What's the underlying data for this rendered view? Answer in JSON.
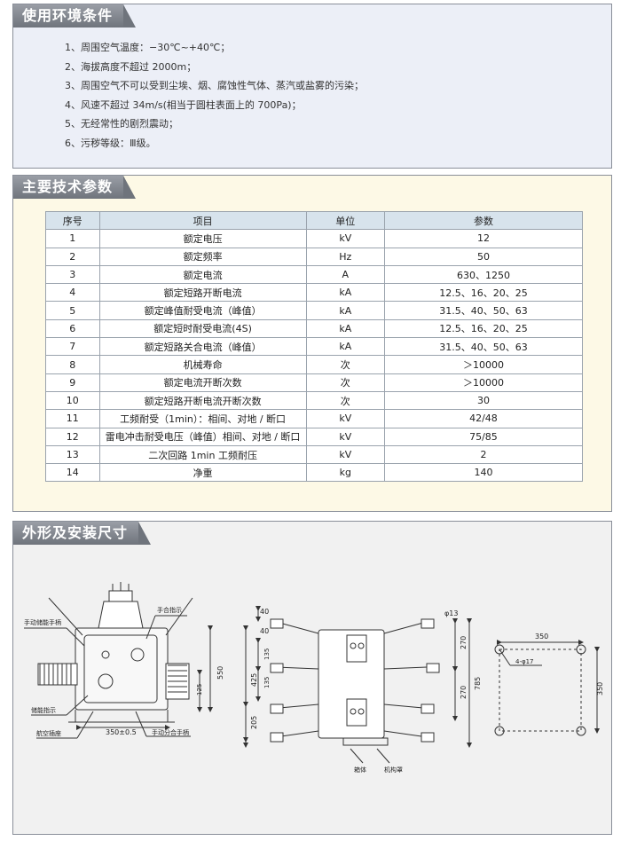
{
  "env": {
    "title": "使用环境条件",
    "items": [
      "1、周围空气温度：−30℃~+40℃；",
      "2、海拔高度不超过 2000m；",
      "3、周围空气不可以受到尘埃、烟、腐蚀性气体、蒸汽或盐雾的污染；",
      "4、风速不超过 34m/s(相当于圆柱表面上的 700Pa)；",
      "5、无经常性的剧烈震动；",
      "6、污秽等级：Ⅲ级。"
    ]
  },
  "spec": {
    "title": "主要技术参数",
    "headers": [
      "序号",
      "项目",
      "单位",
      "参数"
    ],
    "rows": [
      [
        "1",
        "额定电压",
        "kV",
        "12"
      ],
      [
        "2",
        "额定频率",
        "Hz",
        "50"
      ],
      [
        "3",
        "额定电流",
        "A",
        "630、1250"
      ],
      [
        "4",
        "额定短路开断电流",
        "kA",
        "12.5、16、20、25"
      ],
      [
        "5",
        "额定峰值耐受电流（峰值）",
        "kA",
        "31.5、40、50、63"
      ],
      [
        "6",
        "额定短时耐受电流(4S)",
        "kA",
        "12.5、16、20、25"
      ],
      [
        "7",
        "额定短路关合电流（峰值）",
        "kA",
        "31.5、40、50、63"
      ],
      [
        "8",
        "机械寿命",
        "次",
        "＞10000"
      ],
      [
        "9",
        "额定电流开断次数",
        "次",
        "＞10000"
      ],
      [
        "10",
        "额定短路开断电流开断次数",
        "次",
        "30"
      ],
      [
        "11",
        "工频耐受（1min）：相间、对地 / 断口",
        "kV",
        "42/48"
      ],
      [
        "12",
        "雷电冲击耐受电压（峰值）相间、对地 / 断口",
        "kV",
        "75/85"
      ],
      [
        "13",
        "二次回路 1min 工频耐压",
        "kV",
        "2"
      ],
      [
        "14",
        "净重",
        "kg",
        "140"
      ]
    ]
  },
  "dims": {
    "title": "外形及安装尺寸",
    "left": {
      "labels": {
        "manual_energy": "手动储能手柄",
        "close_indicator": "手合指示",
        "energy_indicator": "储能指示",
        "aviation_socket": "航空插座",
        "manual_handle": "手动分合手柄",
        "dim_width": "350±0.5",
        "dim_height": "550",
        "dim_small": "125"
      }
    },
    "middle": {
      "labels": {
        "d40a": "40",
        "d40b": "40",
        "d135a": "135",
        "d135b": "135",
        "d425": "425",
        "d205": "205",
        "d270a": "270",
        "d270b": "270",
        "d785": "785",
        "hole": "φ13",
        "box": "箱体",
        "mech_cover": "机构罩"
      }
    },
    "right": {
      "labels": {
        "width": "350",
        "height": "350",
        "holes": "4-φ17"
      }
    }
  }
}
